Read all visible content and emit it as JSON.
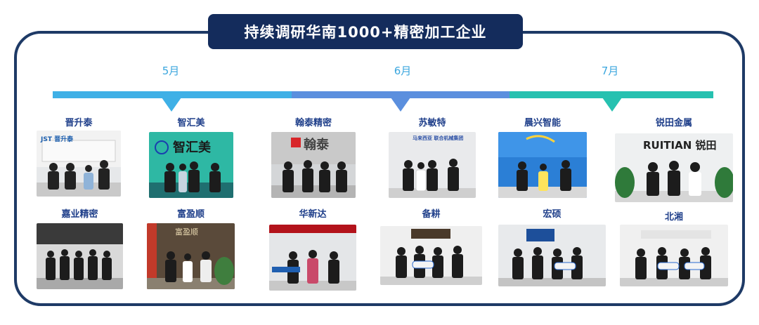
{
  "title": "持续调研华南1000+精密加工企业",
  "months": [
    "5月",
    "6月",
    "7月"
  ],
  "colors": {
    "frame": "#1e3a66",
    "title_bg": "#142c5c",
    "timeline_may": "#3fb0e6",
    "timeline_june": "#5b8fde",
    "timeline_july": "#26c1b0",
    "company_name": "#1f3f8a"
  },
  "companies_top": [
    {
      "name": "晋升泰",
      "sign": "JST 晋升泰"
    },
    {
      "name": "智汇美",
      "sign": "智汇美"
    },
    {
      "name": "翰泰精密",
      "sign": "翰泰"
    },
    {
      "name": "苏敏特",
      "sign": "马来西亚 联合机械集团"
    },
    {
      "name": "晨兴智能",
      "sign": ""
    },
    {
      "name": "锐田金属",
      "sign": "RUITIAN 锐田"
    }
  ],
  "companies_bottom": [
    {
      "name": "嘉业精密",
      "sign": ""
    },
    {
      "name": "富盈顺",
      "sign": "富盈顺"
    },
    {
      "name": "华新达",
      "sign": ""
    },
    {
      "name": "备耕",
      "sign": ""
    },
    {
      "name": "宏硕",
      "sign": ""
    },
    {
      "name": "北湘",
      "sign": ""
    }
  ]
}
